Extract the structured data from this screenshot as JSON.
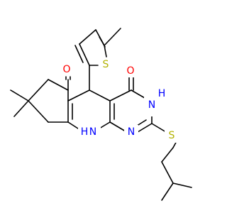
{
  "molecule": {
    "colors": {
      "bond": "#000000",
      "oxygen": "#ff0000",
      "nitrogen": "#0000ff",
      "sulfur": "#b2b200"
    },
    "atoms": {
      "o1": {
        "label": "O",
        "element": "oxygen"
      },
      "o2": {
        "label": "O",
        "element": "oxygen"
      },
      "s1": {
        "label": "S",
        "element": "sulfur"
      },
      "s2": {
        "label": "S",
        "element": "sulfur"
      },
      "n1": {
        "label": "N",
        "element": "nitrogen"
      },
      "n2": {
        "label": "N",
        "element": "nitrogen"
      },
      "n3": {
        "label": "N",
        "element": "nitrogen"
      },
      "h1": {
        "label": "H",
        "element": "nitrogen"
      },
      "h2": {
        "label": "H",
        "element": "nitrogen"
      }
    }
  }
}
